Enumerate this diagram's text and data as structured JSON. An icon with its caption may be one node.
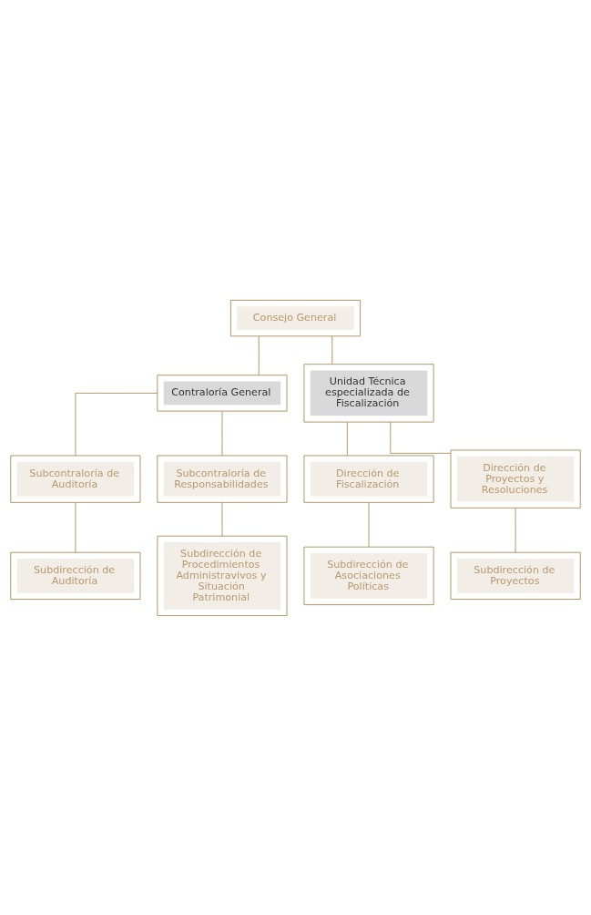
{
  "diagram": {
    "nodes": [
      {
        "text": [
          "Consejo General"
        ]
      },
      {
        "text": [
          "Contraloría General"
        ]
      },
      {
        "text": [
          "Unidad Técnica especializada de Fiscalización"
        ]
      },
      {
        "text": [
          "Subcontraloría de Auditoría"
        ]
      },
      {
        "text": [
          "Subcontraloría de Responsabilidades"
        ]
      },
      {
        "text": [
          "Subdirección de Auditoría"
        ]
      },
      {
        "text": [
          "Subdirección de Procedimientos Administravivos y Situación Patrimonial"
        ]
      },
      {
        "text": [
          "Dirección de Fiscalización"
        ]
      },
      {
        "text": [
          "Dirección de Proyectos y Resoluciones"
        ]
      },
      {
        "text": [
          "Subdirección de Asociaciones Políticas"
        ]
      },
      {
        "text": [
          "Subdirección de Proyectos"
        ]
      }
    ],
    "edges": [
      {
        "from": 0,
        "to": 1,
        "arrow": "none"
      },
      {
        "from": 0,
        "to": 2,
        "arrow": "none"
      },
      {
        "from": 1,
        "to": 3,
        "arrow": "none"
      },
      {
        "from": 1,
        "to": 4,
        "arrow": "none"
      },
      {
        "from": 3,
        "to": 5,
        "arrow": "none"
      },
      {
        "from": 4,
        "to": 6,
        "arrow": "none"
      },
      {
        "from": 2,
        "to": 7,
        "arrow": "none"
      },
      {
        "from": 2,
        "to": 8,
        "arrow": "none"
      },
      {
        "from": 7,
        "to": 9,
        "arrow": "none"
      },
      {
        "from": 8,
        "to": 10,
        "arrow": "none"
      }
    ]
  }
}
